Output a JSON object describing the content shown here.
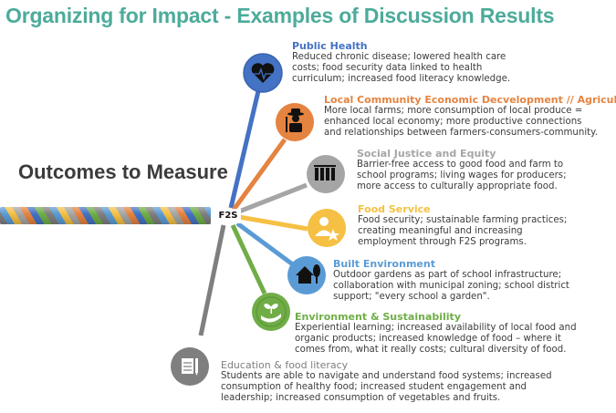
{
  "header": {
    "title": "Organizing for Impact - Examples of Discussion Results"
  },
  "subtitle": "Outcomes to Measure",
  "hub_label": "F2S",
  "colors": {
    "title": "#4cab9a",
    "public_health": "#4472c4",
    "local": "#e58340",
    "social": "#a5a5a5",
    "food": "#f5c043",
    "built": "#5b9bd5",
    "env": "#70ad47",
    "edu": "#7f7f7f"
  },
  "outcomes": [
    {
      "title": "Public Health",
      "icon": "heart-pulse-icon",
      "body": "Reduced chronic disease; lowered health care\ncosts; food security data linked to health\ncurriculum; increased food literacy knowledge."
    },
    {
      "title": "Local Community Economic Decvelopment  // Agriculture",
      "icon": "farmer-icon",
      "body": "More local farms; more consumption of local produce =\nenhanced local economy; more productive connections\nand relationships between farmers-consumers-community."
    },
    {
      "title": "Social Justice and Equity",
      "icon": "people-raising-hands-icon",
      "body": "Barrier-free access to good food and farm to\nschool programs; living wages for producers;\nmore access to culturally appropriate food."
    },
    {
      "title": "Food Service",
      "icon": "person-star-icon",
      "body": "Food security; sustainable farming practices;\ncreating meaningful and increasing\nemployment through F2S programs."
    },
    {
      "title": "Built Environment",
      "icon": "house-tree-icon",
      "body": "Outdoor gardens as part of school infrastructure;\ncollaboration with municipal zoning; school district\nsupport; \"every school a garden\"."
    },
    {
      "title": "Environment & Sustainability",
      "icon": "hand-sprout-icon",
      "body": "Experiential learning; increased availability of local food and\norganic products; increased knowledge of food – where it\ncomes from, what it really costs; cultural diversity of food."
    },
    {
      "title": "Education & food literacy",
      "icon": "checklist-pencil-icon",
      "body": "Students are able to navigate and understand food systems; increased\nconsumption of healthy food; increased student engagement and\nleadership; increased consumption of vegetables and fruits."
    }
  ]
}
